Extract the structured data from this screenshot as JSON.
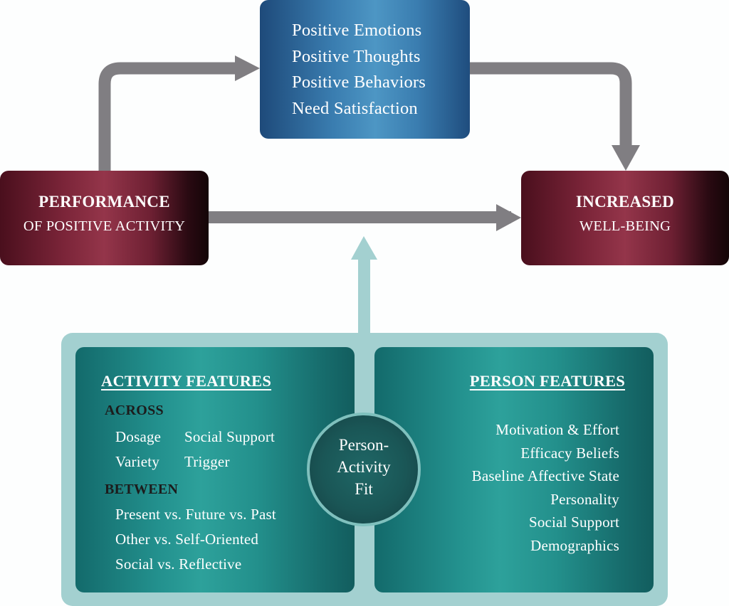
{
  "diagram": {
    "mediator_box": {
      "lines": [
        "Positive Emotions",
        "Positive Thoughts",
        "Positive Behaviors",
        "Need Satisfaction"
      ],
      "color": "#3a7db0"
    },
    "start_box": {
      "title": "PERFORMANCE",
      "subtitle": "OF POSITIVE ACTIVITY",
      "color": "#94354a"
    },
    "end_box": {
      "title": "INCREASED",
      "subtitle": "WELL-BEING",
      "color": "#94354a"
    },
    "arrows": {
      "color": "#807e82",
      "moderator_color": "#a3d0d0",
      "connections": [
        {
          "from": "start_box",
          "to": "mediator_box"
        },
        {
          "from": "mediator_box",
          "to": "end_box"
        },
        {
          "from": "start_box",
          "to": "end_box"
        },
        {
          "from": "moderator_frame",
          "to": "start_to_end_path"
        }
      ]
    },
    "activity_features": {
      "heading": "ACTIVITY FEATURES",
      "across_label": "ACROSS",
      "across_items": [
        "Dosage",
        "Social Support",
        "Variety",
        "Trigger"
      ],
      "between_label": "BETWEEN",
      "between_items": [
        "Present vs. Future vs. Past",
        "Other vs. Self-Oriented",
        "Social vs. Reflective"
      ]
    },
    "fit_circle": {
      "lines": [
        "Person-",
        "Activity",
        "Fit"
      ]
    },
    "person_features": {
      "heading": "PERSON FEATURES",
      "items": [
        "Motivation & Effort",
        "Efficacy Beliefs",
        "Baseline Affective State",
        "Personality",
        "Social Support",
        "Demographics"
      ]
    },
    "panel_color": "#2da19b",
    "frame_color": "#a3d0d0"
  }
}
